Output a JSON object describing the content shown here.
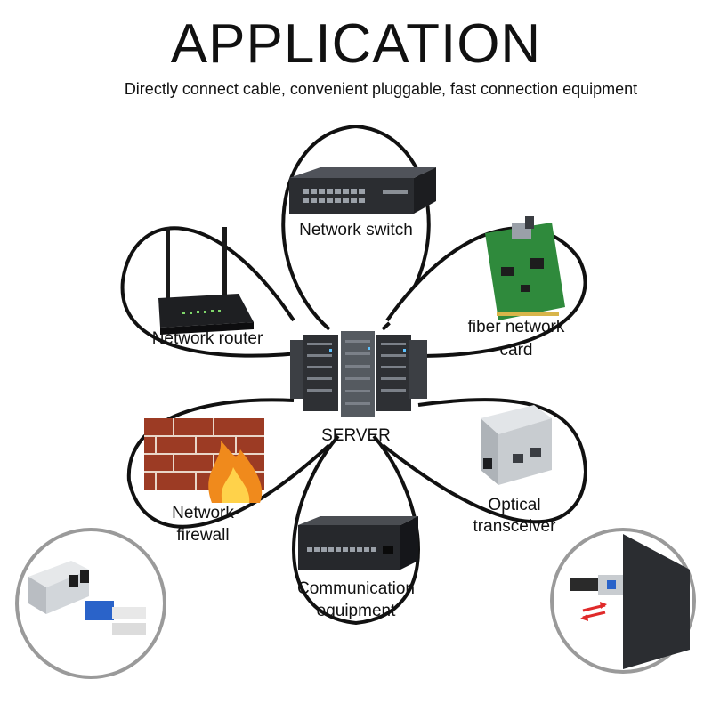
{
  "header": {
    "title": "APPLICATION",
    "subtitle": "Directly connect cable, convenient pluggable, fast connection equipment"
  },
  "center": {
    "label": "SERVER"
  },
  "petals": {
    "network_switch": {
      "label": "Network switch",
      "icon": "network-switch-image"
    },
    "network_router": {
      "label": "Network router",
      "icon": "router-image"
    },
    "fiber_network_card": {
      "label_line1": "fiber network",
      "label_line2": "card",
      "icon": "fiber-network-card-image"
    },
    "network_firewall": {
      "label_line1": "Network",
      "label_line2": "firewall",
      "icon": "firewall-image"
    },
    "optical_transceiver": {
      "label_line1": "Optical",
      "label_line2": "transceiver",
      "icon": "media-converter-image"
    },
    "communication_equipment": {
      "label_line1": "Communication",
      "label_line2": "equipment",
      "icon": "rack-equipment-image"
    }
  },
  "corner_images": {
    "left": "sfp-module-with-lc-connector-image",
    "right": "sfp-module-insertion-image"
  },
  "colors": {
    "outline": "#111111",
    "device_dark": "#2b2d31",
    "pcb_green": "#2f8a3c",
    "brick_red": "#9c3b24",
    "flame_orange": "#f08a1c",
    "converter_silver": "#c8ccd0",
    "connector_blue": "#2a63c9",
    "arrow_red": "#e02a2a"
  }
}
